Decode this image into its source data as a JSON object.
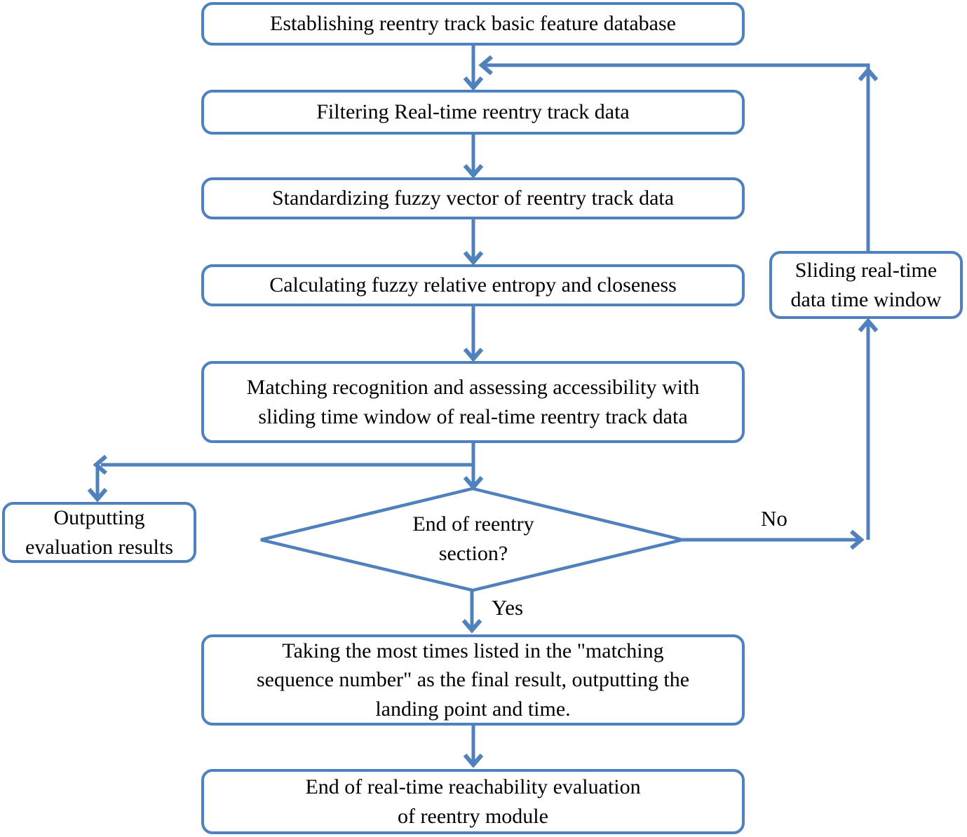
{
  "colors": {
    "stroke": "#4f81bd",
    "text": "#000000",
    "background": "#ffffff"
  },
  "nodes": {
    "establish": "Establishing reentry track basic feature database",
    "filtering": "Filtering Real-time reentry track data",
    "standardizing": "Standardizing fuzzy vector of reentry track data",
    "calculating": "Calculating fuzzy relative entropy and closeness",
    "matching": "Matching recognition and assessing accessibility with\nsliding time window of real-time reentry track data",
    "decision": "End of reentry\nsection?",
    "outputting": "Outputting\nevaluation results",
    "sliding": "Sliding real-time\ndata time window",
    "taking": "Taking the most times listed in the \"matching\nsequence number\" as the final result, outputting the\nlanding point and time.",
    "end": "End of real-time reachability evaluation\nof reentry module"
  },
  "edge_labels": {
    "yes": "Yes",
    "no": "No"
  }
}
